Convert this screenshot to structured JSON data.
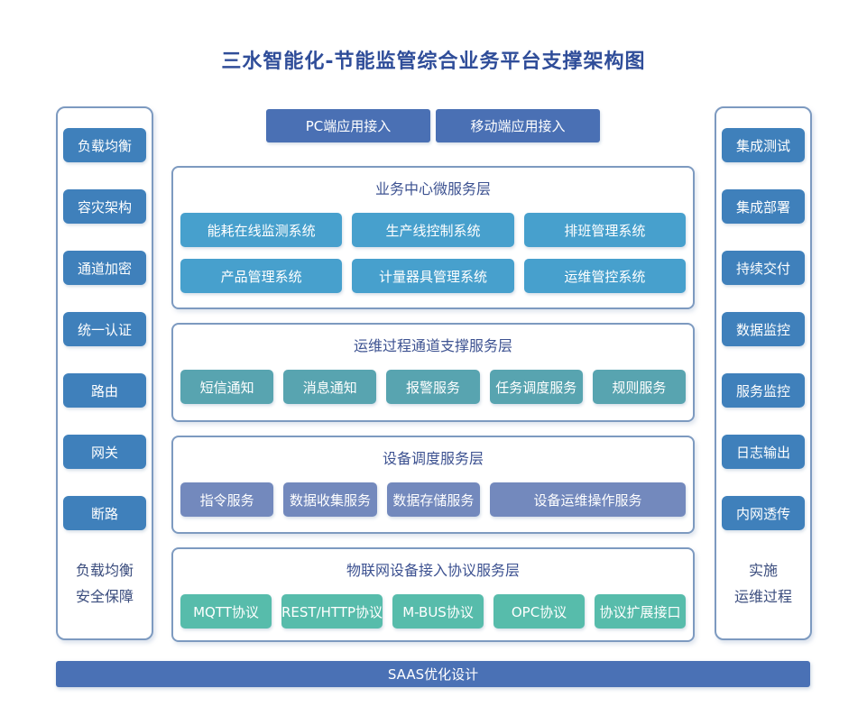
{
  "title": "三水智能化-节能监管综合业务平台支撑架构图",
  "colors": {
    "title_text": "#2f4d99",
    "layer_title_text": "#3d5291",
    "caption_text": "#3a4c7d",
    "sidebar_button": "#3f80bb",
    "top_button": "#4a70b4",
    "bottom_bar": "#4a71b5",
    "box_border": "#7d9ac0"
  },
  "top_access": {
    "buttons": [
      "PC端应用接入",
      "移动端应用接入"
    ]
  },
  "left_sidebar": {
    "items": [
      "负载均衡",
      "容灾架构",
      "通道加密",
      "统一认证",
      "路由",
      "网关",
      "断路"
    ],
    "caption_lines": [
      "负载均衡",
      "安全保障"
    ]
  },
  "right_sidebar": {
    "items": [
      "集成测试",
      "集成部署",
      "持续交付",
      "数据监控",
      "服务监控",
      "日志输出",
      "内网透传"
    ],
    "caption_lines": [
      "实施",
      "运维过程"
    ]
  },
  "layers": [
    {
      "title": "业务中心微服务层",
      "color": "#47a0cd",
      "rows": [
        [
          "能耗在线监测系统",
          "生产线控制系统",
          "排班管理系统"
        ],
        [
          "产品管理系统",
          "计量器具管理系统",
          "运维管控系统"
        ]
      ]
    },
    {
      "title": "运维过程通道支撑服务层",
      "color": "#58a4b0",
      "rows": [
        [
          "短信通知",
          "消息通知",
          "报警服务",
          "任务调度服务",
          "规则服务"
        ]
      ]
    },
    {
      "title": "设备调度服务层",
      "color": "#7389bd",
      "wide_last": true,
      "rows": [
        [
          "指令服务",
          "数据收集服务",
          "数据存储服务",
          "设备运维操作服务"
        ]
      ]
    },
    {
      "title": "物联网设备接入协议服务层",
      "color": "#57bcab",
      "rows": [
        [
          "MQTT协议",
          "REST/HTTP协议",
          "M-BUS协议",
          "OPC协议",
          "协议扩展接口"
        ]
      ]
    }
  ],
  "bottom_bar": "SAAS优化设计"
}
